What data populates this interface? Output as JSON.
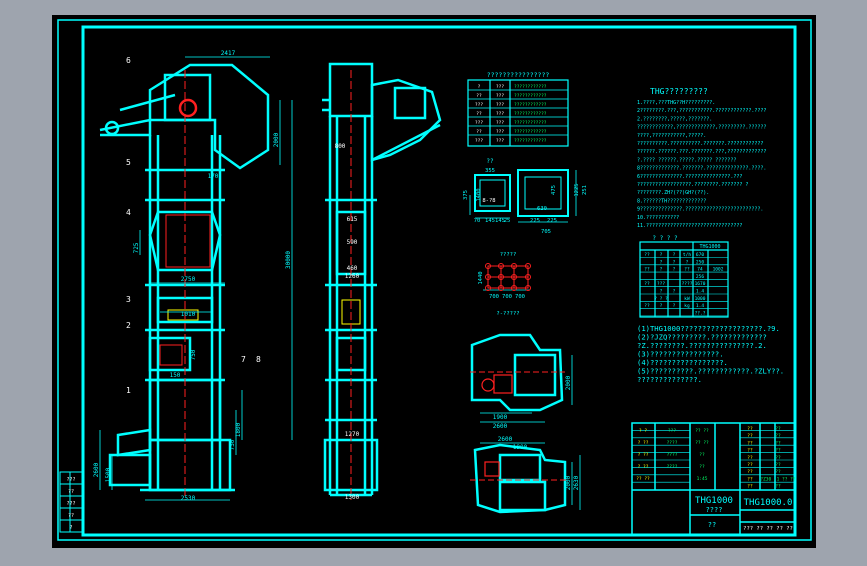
{
  "colors": {
    "background": "#000000",
    "outer_window": "#9ea4ae",
    "line_cyan": "#00ffff",
    "line_red": "#ff2020",
    "line_yellow": "#ffff00",
    "line_white": "#ffffff",
    "line_green": "#00ff66"
  },
  "front_view": {
    "part_labels": [
      "6",
      "5",
      "4",
      "3",
      "2",
      "1",
      "7",
      "8"
    ],
    "dims": {
      "top_width": "2417",
      "upper_height": "2000",
      "head_offset": "170",
      "wheel_width": "725",
      "total_height": "30000",
      "section_width": "2750",
      "mid_width": "1010",
      "door_height": "750",
      "door_width": "150",
      "lower_height": "1800",
      "base_left": "2600",
      "base_left2": "1500",
      "base_mid": "750",
      "base_width": "2530"
    }
  },
  "side_view": {
    "dims": {
      "top": "800",
      "opening1": "615",
      "opening2": "590",
      "opening3": "460",
      "opening4": "1260",
      "bottom_opening": "1270",
      "base_width": "1300"
    }
  },
  "parts_table": {
    "title": "????????????????",
    "rows": [
      [
        "?",
        "???",
        "????????????"
      ],
      [
        "??",
        "???",
        "????????????"
      ],
      [
        "???",
        "???",
        "????????????"
      ],
      [
        "??",
        "???",
        "????????????"
      ],
      [
        "???",
        "???",
        "????????????"
      ],
      [
        "??",
        "???",
        "????????????"
      ],
      [
        "???",
        "???",
        "????????????"
      ]
    ]
  },
  "detail_views": {
    "left_label": "??",
    "left_dims": [
      "355",
      "375",
      "1400",
      "70",
      "145",
      "145",
      "25",
      "8-?8"
    ],
    "right_dims": [
      "475",
      "1225",
      "251",
      "630",
      "225",
      "225",
      "705"
    ],
    "grid_label": "?????",
    "grid_dims": [
      "1440",
      "700",
      "700",
      "700"
    ],
    "view_label": "?-?????"
  },
  "motor_views": {
    "upper_dims": [
      "2000",
      "1900",
      "2600"
    ],
    "lower_dims": [
      "2600",
      "1900",
      "2000",
      "2630"
    ]
  },
  "notes": {
    "title": "THG?????????",
    "lines": [
      "1.????,???THG??H?????????.",
      "2????????.???,???????????.????????????.????",
      "  2.????????,?????,???????.",
      "????????????,?????????????,?????????.??????",
      "  ????,???????????,?????.",
      "??????????.??????????.???????.????????????",
      "??????.??????.???.???????.???,?????????????",
      "  ?.???? ??????.?????.????? ???????",
      "8?????????????.???????.??????????????.????.",
      "6??????????????.???????????????.???",
      "??????????????????.????????.??????? ?",
      "????????.ZH?(??)GH?(??).",
      "8.??????TH?????????????",
      "9??????????????.?????????????????????????.",
      "10.???????????",
      "11.????????????????????????????????"
    ]
  },
  "spec_table": {
    "headers": [
      "? ? ? ?",
      "THG1000"
    ],
    "rows": [
      [
        "??",
        "?",
        "?",
        "t/h",
        "670"
      ],
      [
        "",
        "?",
        "?",
        "?",
        "250"
      ],
      [
        "??",
        "?",
        "?",
        "??",
        "74",
        "1002"
      ],
      [
        "",
        "",
        "",
        "",
        "256"
      ],
      [
        "??",
        "???",
        "",
        "????",
        "1670"
      ],
      [
        "",
        "?",
        "?",
        "",
        "1.4"
      ],
      [
        "",
        "? ? ?",
        "",
        "kW",
        "1000"
      ],
      [
        "??",
        "?",
        "?",
        "kg",
        "1.4"
      ],
      [
        "",
        "",
        "",
        "",
        "??.?"
      ]
    ]
  },
  "requirements": [
    "(1)THG1000???????????????????.?9.",
    "(2)?JZQ?????????.?????????????",
    "   ?Z.????????.???????????????.2.",
    "(3)????????????????.",
    "(4)?????????????????.",
    "(5)??????????.????????????.?ZLY??.",
    "   ??????????????."
  ],
  "title_block": {
    "drawing_no": "THG1000",
    "drawing_name": "????",
    "code": "THG1000.0",
    "school": "??",
    "footer": "??? ?? ?? ?? ??",
    "rows_left": [
      [
        "?",
        "?",
        "???",
        "?? ?? "
      ],
      [
        "?",
        "??",
        "????",
        "?? ??"
      ],
      [
        "?",
        "??",
        "????",
        "??"
      ],
      [
        "?",
        "??",
        "????",
        "??"
      ],
      [
        "??",
        "??",
        "",
        "1:45"
      ]
    ],
    "rows_right": [
      [
        "??",
        "??"
      ],
      [
        "??",
        "??"
      ],
      [
        "??",
        "??"
      ],
      [
        "??",
        "??"
      ],
      [
        "??",
        "??"
      ],
      [
        "??",
        "??"
      ],
      [
        "??",
        "??"
      ],
      [
        "??",
        "?Z30 -1 ?? ??"
      ],
      [
        "??",
        "??"
      ]
    ]
  },
  "left_strip": {
    "labels": [
      "???",
      "??",
      "???",
      "??",
      "?"
    ]
  }
}
